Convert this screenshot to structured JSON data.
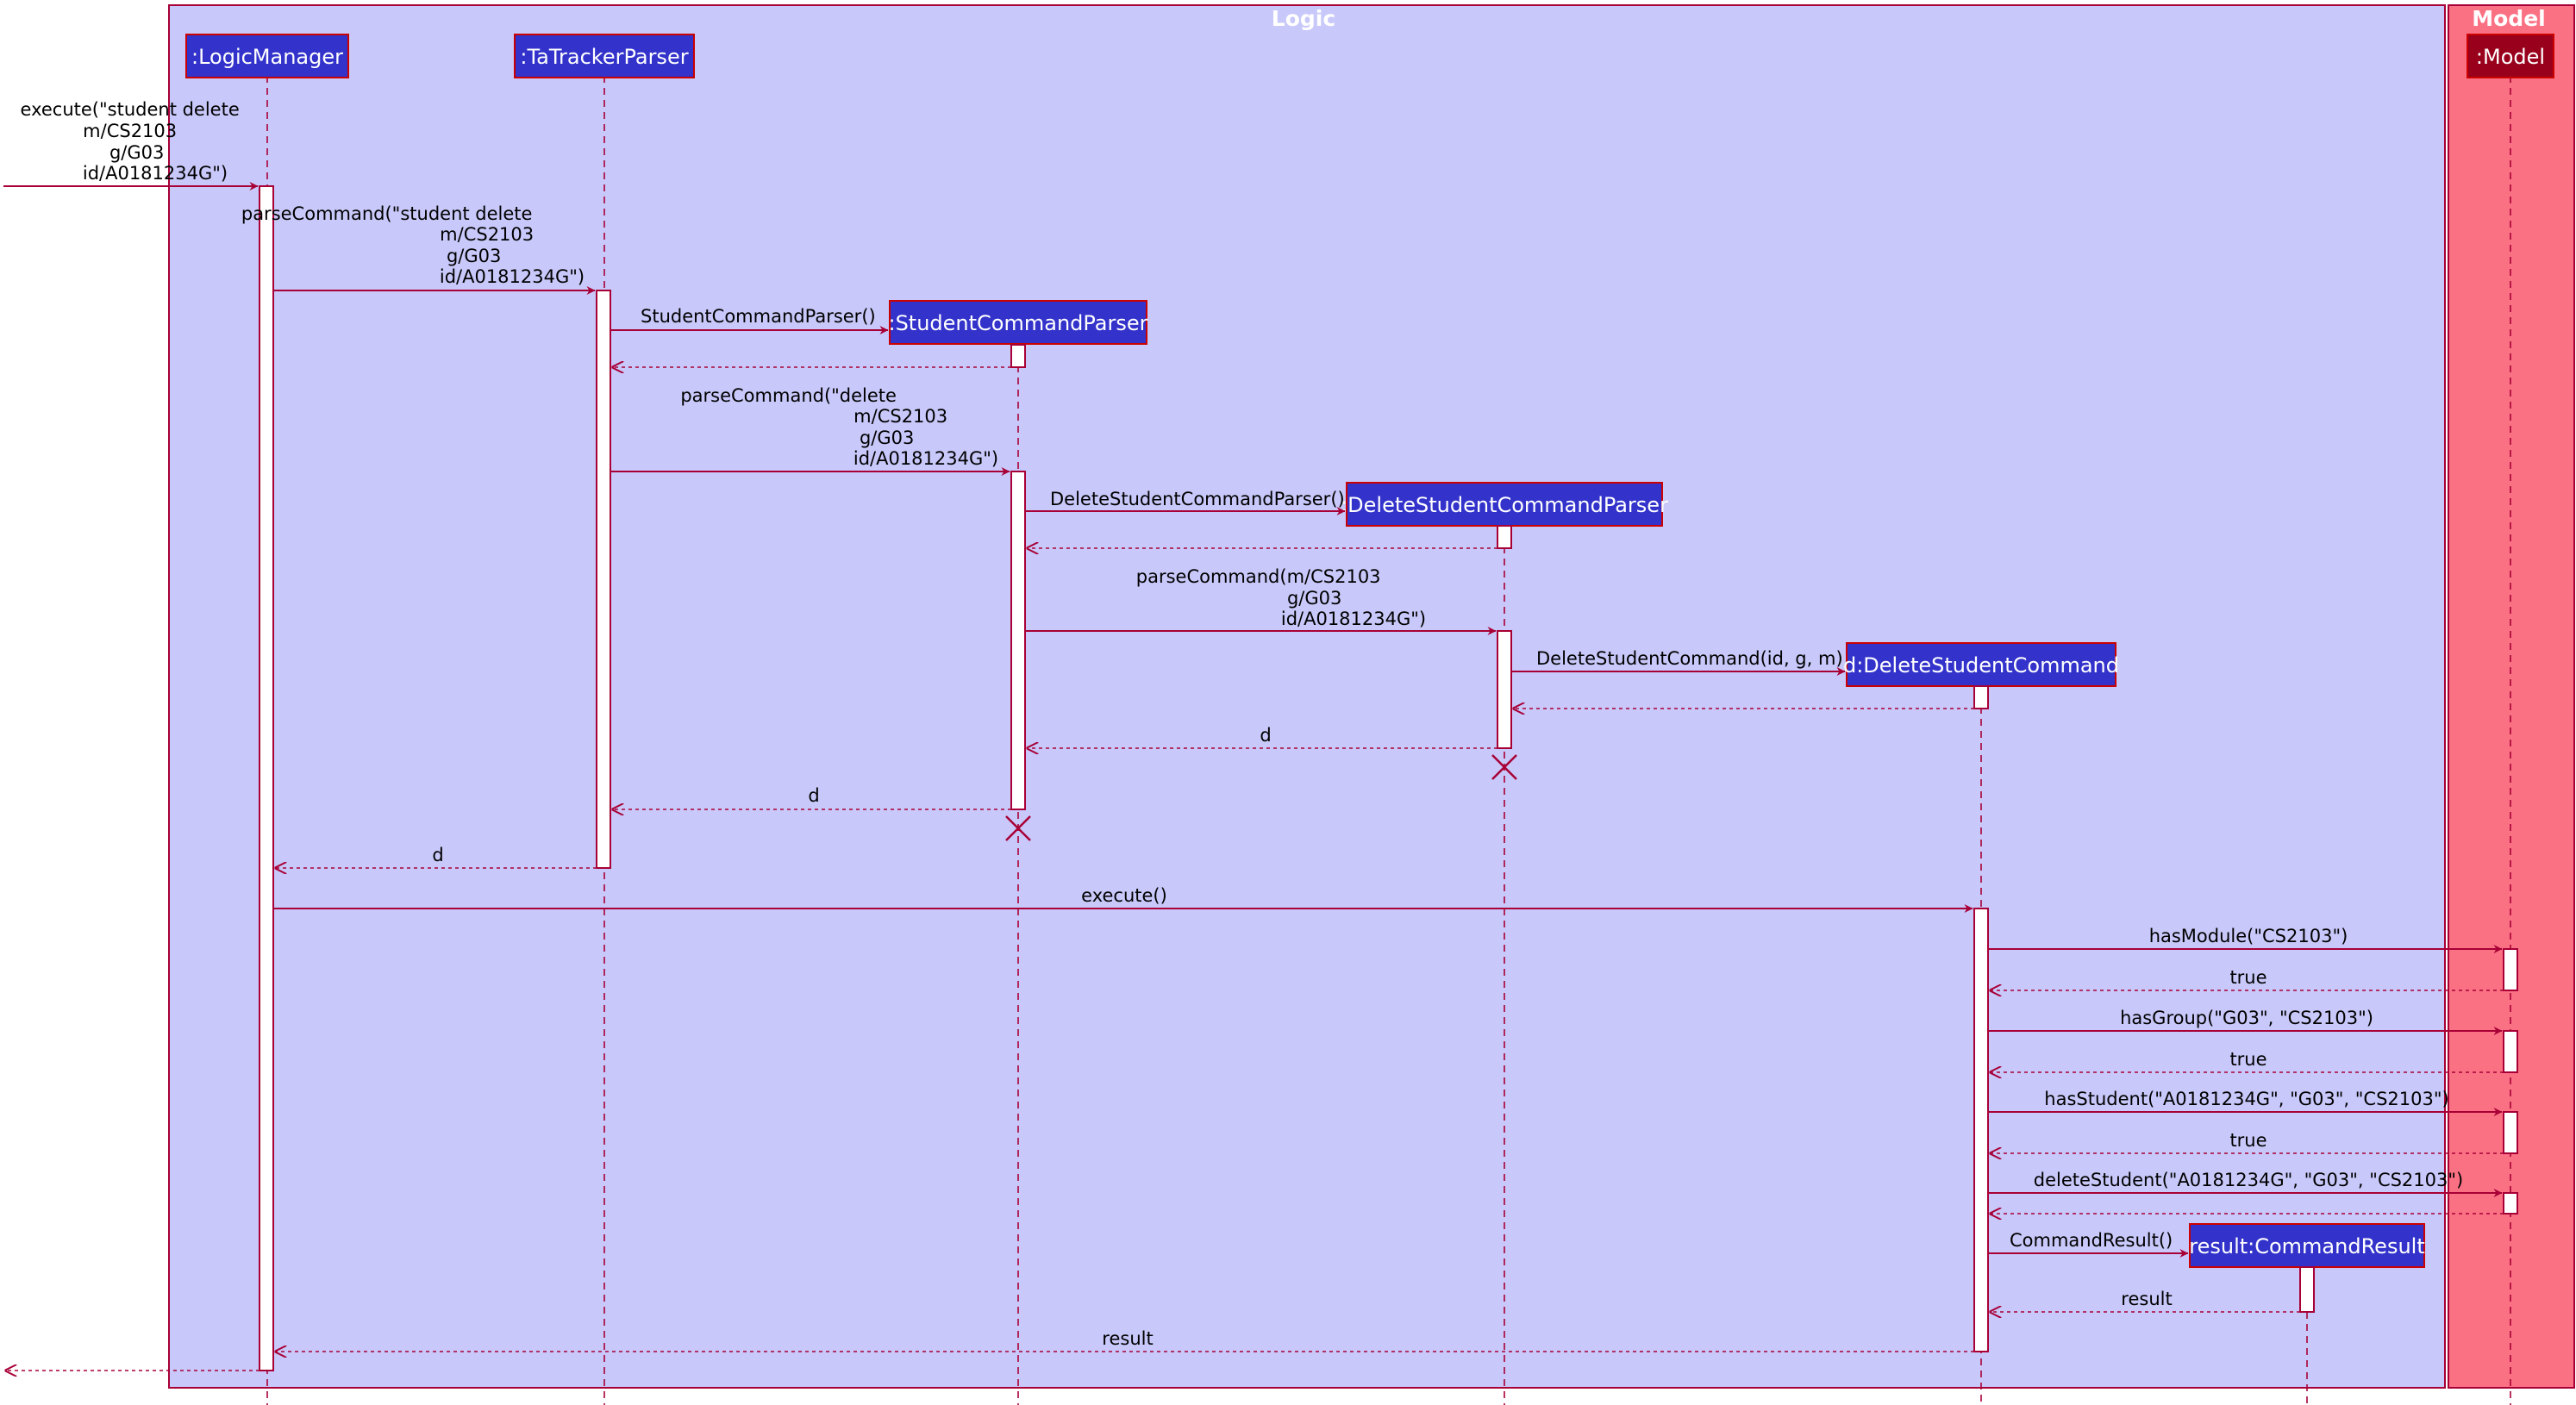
{
  "colors": {
    "logic_fill": "#c8c8fa",
    "logic_border": "#a80036",
    "model_fill": "#fb7184",
    "participant_fill": "#3333cc",
    "participant_border": "#cc0000",
    "model_participant_fill": "#99001b",
    "line": "#a80036"
  },
  "boxes": {
    "logic": "Logic",
    "model": "Model"
  },
  "participants": {
    "logic_manager": ":LogicManager",
    "ta_tracker_parser": ":TaTrackerParser",
    "student_command_parser": ":StudentCommandParser",
    "delete_student_command_parser": ":DeleteStudentCommandParser",
    "delete_student_command": "d:DeleteStudentCommand",
    "command_result": "result:CommandResult",
    "model": ":Model"
  },
  "messages": {
    "execute_call": [
      "execute(\"student delete",
      "m/CS2103",
      "g/G03",
      "id/A0181234G\")"
    ],
    "parse_command_1": [
      "parseCommand(\"student delete",
      "m/CS2103",
      "g/G03",
      "id/A0181234G\")"
    ],
    "student_command_parser_ctor": "StudentCommandParser()",
    "parse_command_2": [
      "parseCommand(\"delete",
      "m/CS2103",
      "g/G03",
      "id/A0181234G\")"
    ],
    "delete_student_command_parser_ctor": "DeleteStudentCommandParser()",
    "parse_command_3": [
      "parseCommand(m/CS2103",
      "g/G03",
      "id/A0181234G\")"
    ],
    "delete_student_command_ctor": "DeleteStudentCommand(id, g, m)",
    "return_d_1": "d",
    "return_d_2": "d",
    "return_d_3": "d",
    "execute_d": "execute()",
    "has_module": "hasModule(\"CS2103\")",
    "return_true_1": "true",
    "has_group": "hasGroup(\"G03\", \"CS2103\")",
    "return_true_2": "true",
    "has_student": "hasStudent(\"A0181234G\", \"G03\", \"CS2103\")",
    "return_true_3": "true",
    "delete_student": "deleteStudent(\"A0181234G\", \"G03\", \"CS2103\")",
    "command_result_ctor": "CommandResult()",
    "return_result_1": "result",
    "return_result_2": "result"
  }
}
